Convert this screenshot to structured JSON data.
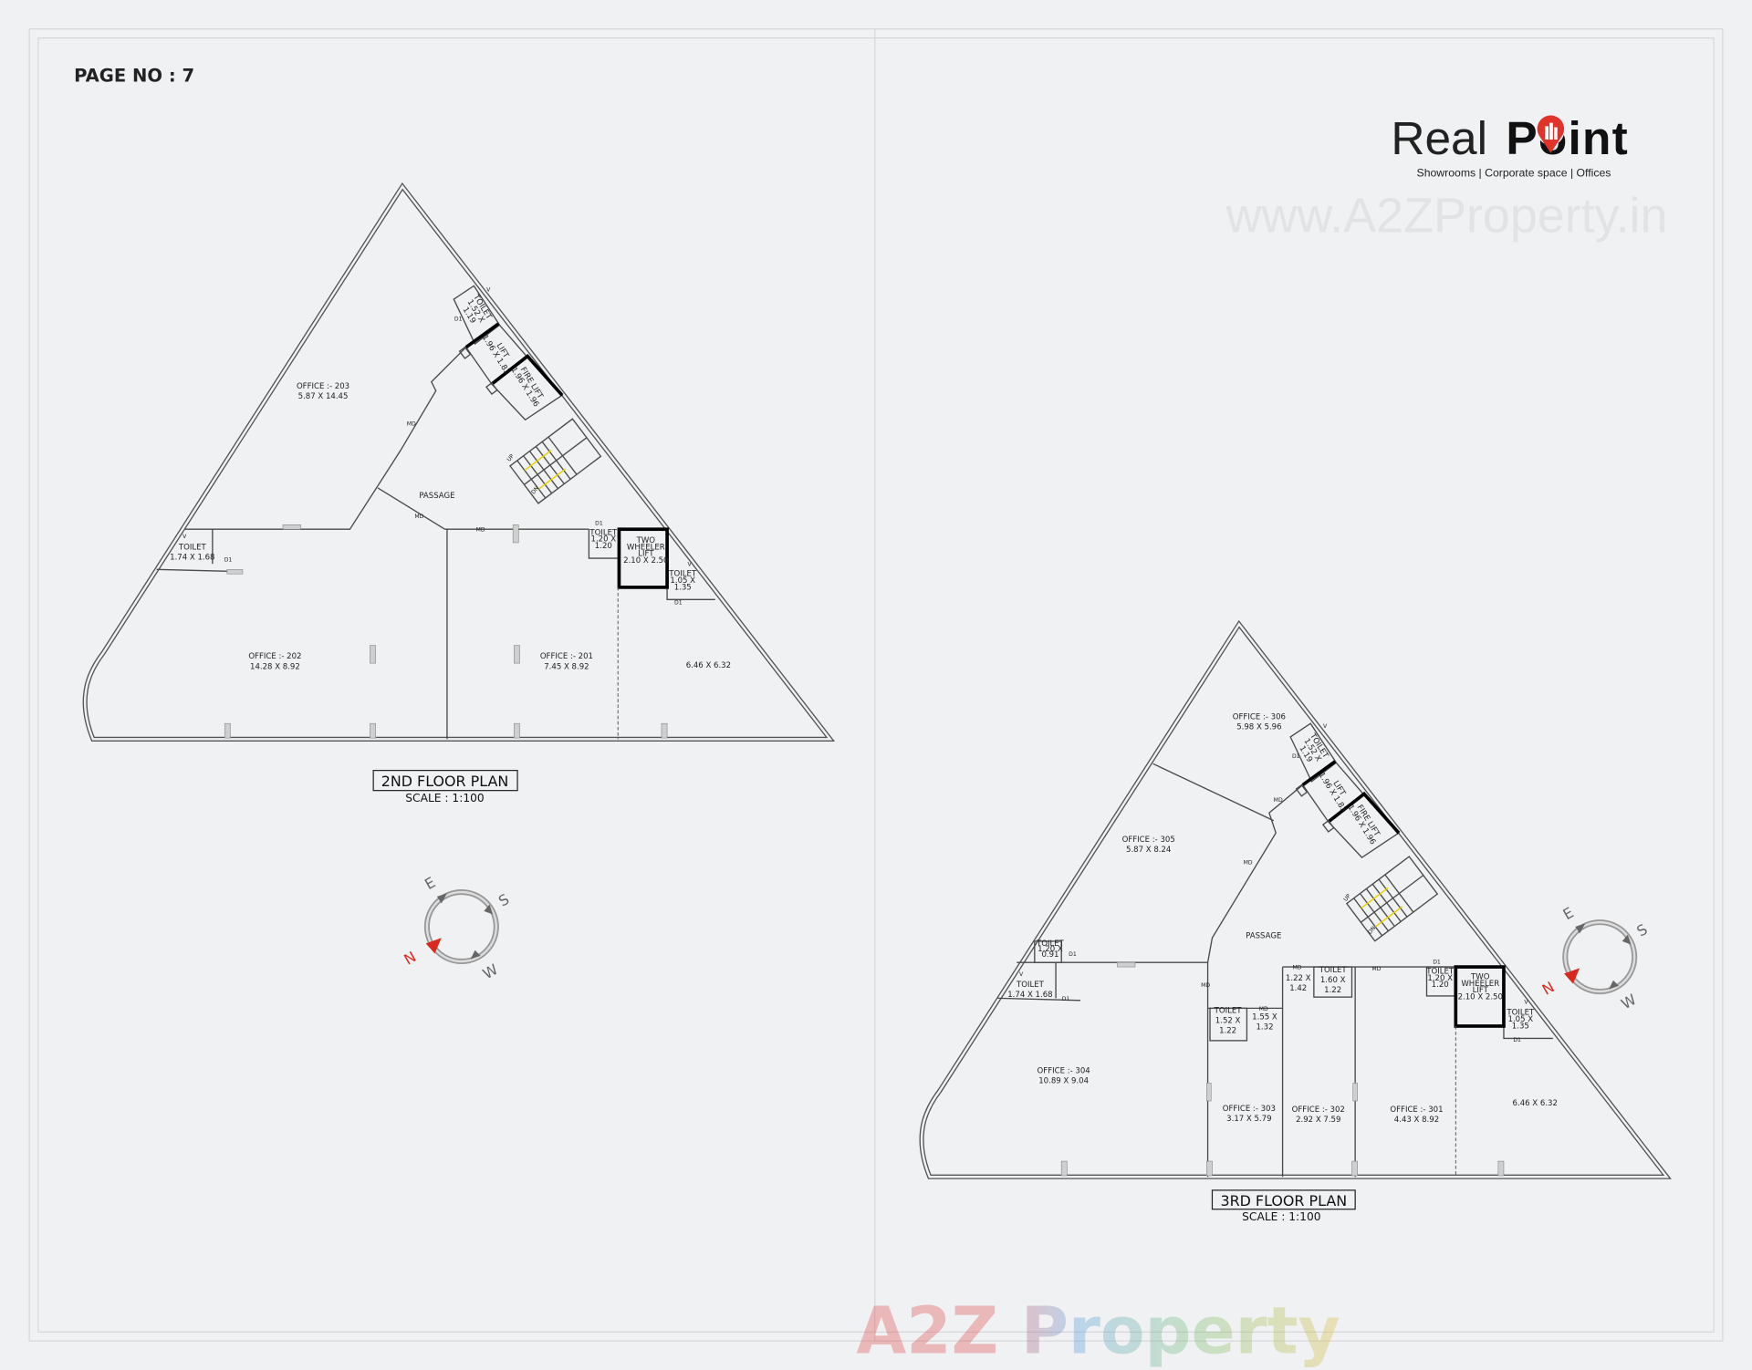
{
  "page_no": "PAGE NO : 7",
  "logo": {
    "text_light": "Real",
    "text_bold": "Point",
    "tagline": "Showrooms | Corporate space | Offices",
    "accent": "#e0342a"
  },
  "watermarks": {
    "url": "www.A2ZProperty.in",
    "brand": "A2Z Property"
  },
  "compass": {
    "n": "N",
    "e": "E",
    "s": "S",
    "w": "W",
    "n_color": "#d8291f"
  },
  "tags": {
    "md": "MD",
    "d1": "D1",
    "v": "V",
    "up": "UP",
    "dn": "DN"
  },
  "plans": [
    {
      "title": "2ND FLOOR PLAN",
      "scale": "SCALE : 1:100",
      "rooms": [
        {
          "lines": [
            "OFFICE :- 203",
            "5.87 X 14.45"
          ]
        },
        {
          "lines": [
            "PASSAGE"
          ]
        },
        {
          "lines": [
            "OFFICE :- 202",
            "14.28 X 8.92"
          ]
        },
        {
          "lines": [
            "OFFICE :- 201",
            "7.45 X 8.92"
          ]
        },
        {
          "lines": [
            "6.46 X 6.32"
          ]
        },
        {
          "lines": [
            "TOILET",
            "1.74 X 1.68"
          ]
        },
        {
          "lines": [
            "TOILET",
            "1.20 X",
            "1.20"
          ]
        },
        {
          "lines": [
            "TWO",
            "WHEELER",
            "LIFT",
            "2.10 X 2.50"
          ]
        },
        {
          "lines": [
            "TOILET",
            "1.05 X",
            "1.35"
          ]
        },
        {
          "lines": [
            "TOILET",
            "1.52 X",
            "1.19"
          ]
        },
        {
          "lines": [
            "LIFT",
            "1.96 X 1.83"
          ]
        },
        {
          "lines": [
            "FIRE LIFT",
            "1.96 X 1.96"
          ]
        }
      ]
    },
    {
      "title": "3RD FLOOR PLAN",
      "scale": "SCALE : 1:100",
      "rooms": [
        {
          "lines": [
            "OFFICE :- 306",
            "5.98 X 5.96"
          ]
        },
        {
          "lines": [
            "OFFICE :- 305",
            "5.87 X 8.24"
          ]
        },
        {
          "lines": [
            "PASSAGE"
          ]
        },
        {
          "lines": [
            "OFFICE :- 304",
            "10.89 X 9.04"
          ]
        },
        {
          "lines": [
            "TOILET",
            "1.20 X",
            "0.91"
          ]
        },
        {
          "lines": [
            "TOILET",
            "1.74 X 1.68"
          ]
        },
        {
          "lines": [
            "1.22 X",
            "1.42"
          ]
        },
        {
          "lines": [
            "TOILET",
            "1.60 X",
            "1.22"
          ]
        },
        {
          "lines": [
            "TOILET",
            "1.52 X",
            "1.22"
          ]
        },
        {
          "lines": [
            "1.55 X",
            "1.32"
          ]
        },
        {
          "lines": [
            "OFFICE :- 303",
            "3.17 X 5.79"
          ]
        },
        {
          "lines": [
            "OFFICE :- 302",
            "2.92 X 7.59"
          ]
        },
        {
          "lines": [
            "OFFICE :- 301",
            "4.43 X 8.92"
          ]
        },
        {
          "lines": [
            "6.46 X 6.32"
          ]
        },
        {
          "lines": [
            "TOILET",
            "1.20 X",
            "1.20"
          ]
        },
        {
          "lines": [
            "TWO",
            "WHEELER",
            "LIFT",
            "2.10 X 2.50"
          ]
        },
        {
          "lines": [
            "TOILET",
            "1.05 X",
            "1.35"
          ]
        },
        {
          "lines": [
            "TOILET",
            "1.52 X",
            "1.19"
          ]
        },
        {
          "lines": [
            "LIFT",
            "1.96 X 1.83"
          ]
        },
        {
          "lines": [
            "FIRE LIFT",
            "1.96 X 1.96"
          ]
        }
      ]
    }
  ]
}
